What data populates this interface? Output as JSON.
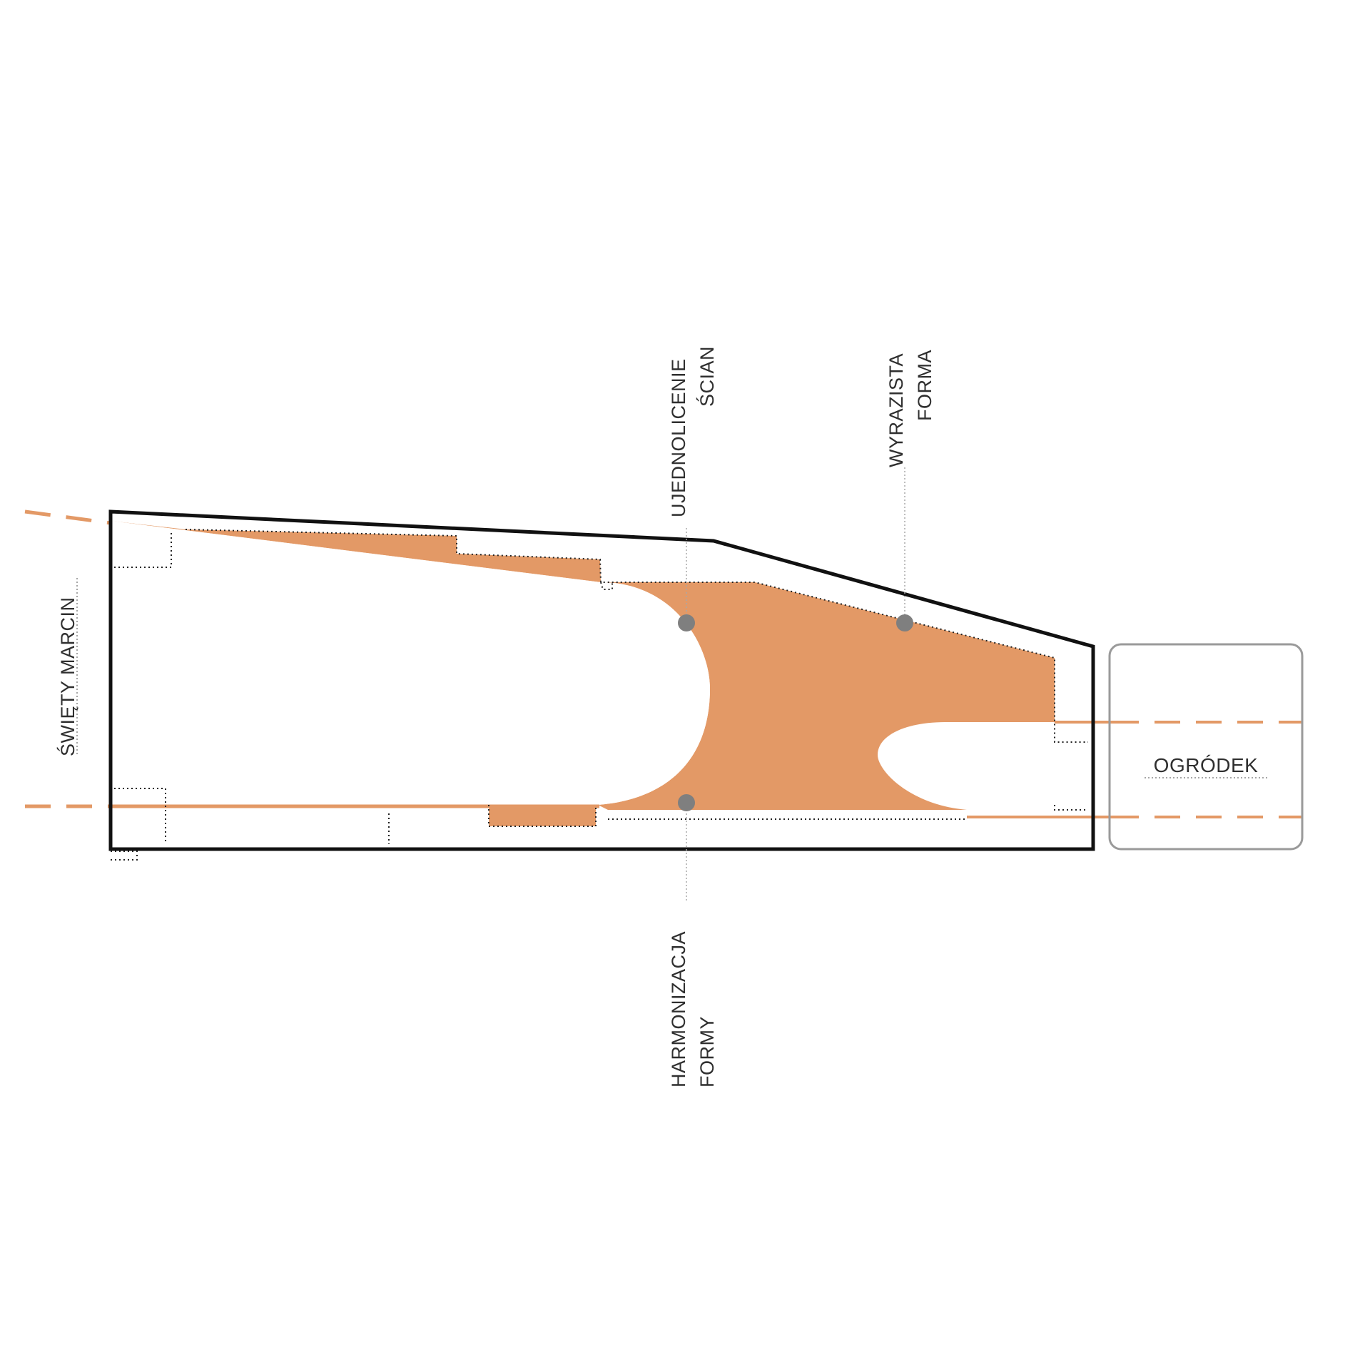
{
  "labels": {
    "ujednolicenie_line1": "UJEDNOLICENIE",
    "ujednolicenie_line2": "ŚCIAN",
    "wyrazista_line1": "WYRAZISTA",
    "wyrazista_line2": "FORMA",
    "harmonizacja_line1": "HARMONIZACJA",
    "harmonizacja_line2": "FORMY",
    "swiety_marcin": "ŚWIĘTY MARCIN",
    "ogrodek": "OGRÓDEK"
  },
  "colors": {
    "accent_orange": "#E39966",
    "outline_black": "#111111",
    "garden_box_gray": "#9a9a9a",
    "marker_gray": "#7f7f7f",
    "leader_line_gray": "#a8a8a8",
    "label_text": "#2f2f2f"
  }
}
